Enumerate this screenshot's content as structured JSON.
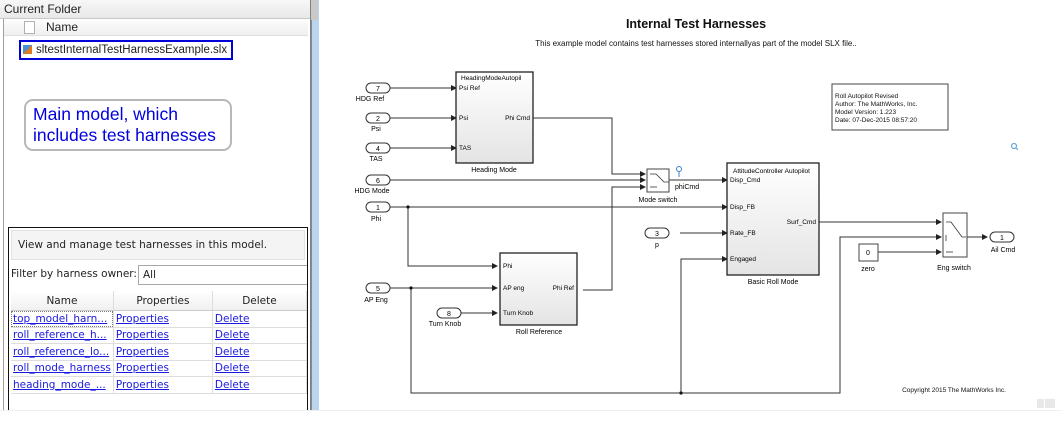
{
  "current_folder": {
    "title": "Current Folder",
    "column_name": "Name",
    "file": "sltestInternalTestHarnessExample.slx"
  },
  "callout": {
    "line1": "Main model, which",
    "line2": "includes test harnesses",
    "color": "#0000e0"
  },
  "harness_manager": {
    "description": "View and manage test harnesses in this model.",
    "filter_label": "Filter by harness owner:",
    "filter_value": "All",
    "columns": [
      "Name",
      "Properties",
      "Delete"
    ],
    "rows": [
      {
        "name": "top_model_harn...",
        "properties": "Properties",
        "delete": "Delete"
      },
      {
        "name": "roll_reference_h...",
        "properties": "Properties",
        "delete": "Delete"
      },
      {
        "name": "roll_reference_lo...",
        "properties": "Properties",
        "delete": "Delete"
      },
      {
        "name": "roll_mode_harness",
        "properties": "Properties",
        "delete": "Delete"
      },
      {
        "name": "heading_mode_...",
        "properties": "Properties",
        "delete": "Delete"
      }
    ]
  },
  "model": {
    "title": "Internal Test Harnesses",
    "subtitle": "This example model contains test harnesses stored internallyas part of the model SLX file..",
    "info_box": [
      "Roll Autopilot Revised",
      "Author: The MathWorks, Inc.",
      "Model Version: 1.223",
      "Date: 07-Dec-2015 08:57:20"
    ],
    "copyright": "Copyright 2015 The MathWorks Inc.",
    "inports": [
      {
        "num": "7",
        "label": "HDG Ref"
      },
      {
        "num": "2",
        "label": "Psi"
      },
      {
        "num": "4",
        "label": "TAS"
      },
      {
        "num": "6",
        "label": "HDG Mode"
      },
      {
        "num": "1",
        "label": "Phi"
      },
      {
        "num": "5",
        "label": "AP Eng"
      },
      {
        "num": "8",
        "label": "Turn Knob"
      },
      {
        "num": "3",
        "label": "p"
      }
    ],
    "outport": {
      "num": "1",
      "label": "Ail Cmd"
    },
    "heading_block": {
      "title": "HeadingModeAutopil",
      "name": "Heading Mode",
      "inputs": [
        "Psi Ref",
        "Psi",
        "TAS"
      ],
      "output": "Phi Cmd"
    },
    "roll_ref_block": {
      "name": "Roll Reference",
      "inputs": [
        "Phi",
        "AP eng",
        "Turn Knob"
      ],
      "output": "Phi Ref"
    },
    "basic_roll_block": {
      "title": "AttitudeController Autopilot",
      "name": "Basic Roll Mode",
      "inputs": [
        "Disp_Cmd",
        "Disp_FB",
        "Rate_FB",
        "Engaged"
      ],
      "output": "Surf_Cmd"
    },
    "mode_switch": {
      "name": "Mode switch",
      "signal": "phiCmd"
    },
    "eng_switch": {
      "name": "Eng switch"
    },
    "constant": {
      "value": "0",
      "name": "zero"
    }
  }
}
